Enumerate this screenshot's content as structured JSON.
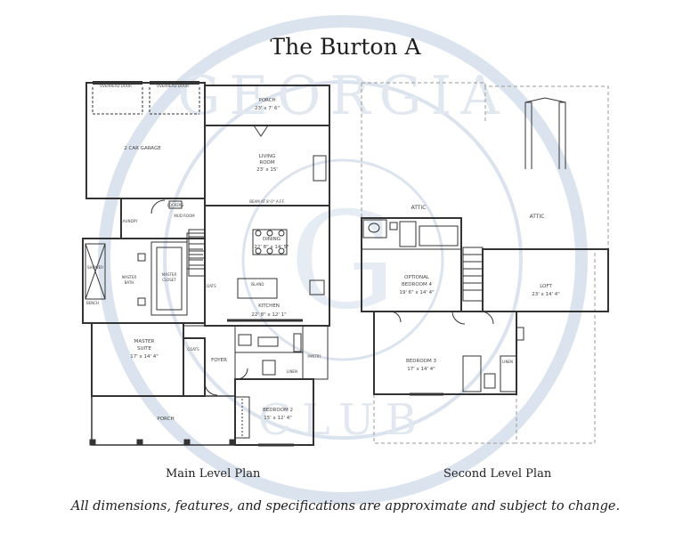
{
  "title": "The Burton A",
  "captions": {
    "main": "Main Level Plan",
    "second": "Second Level Plan"
  },
  "disclaimer": "All dimensions, features, and specifications are approximate and subject to change.",
  "watermark": {
    "top_text": "GEORGIA",
    "bottom_text": "CLUB",
    "monogram": "G"
  },
  "main_level": {
    "overhead_door_1": "OVERHEAD DOOR",
    "overhead_door_2": "OVERHEAD DOOR",
    "garage": "2 CAR GARAGE",
    "porch_back": {
      "name": "PORCH",
      "dim": "23' x 7' 6\""
    },
    "living": {
      "name": "LIVING",
      "name2": "ROOM",
      "dim": "23' x 15'"
    },
    "beam": "BEAM AT 8'-0\" A.F.F.",
    "lockers": "LOCKERS",
    "laundry": "LAUNDRY",
    "mud_room": "MUD ROOM",
    "dining": {
      "name": "DINING",
      "dim": "22' 8\" x 14' 5\""
    },
    "master_bath": {
      "name": "MASTER",
      "name2": "BATH"
    },
    "master_closet": {
      "name": "MASTER",
      "name2": "CLOSET"
    },
    "shower": "SHOWER",
    "bench": "BENCH",
    "coats_1": "COATS",
    "island": "ISLAND",
    "kitchen": {
      "name": "KITCHEN",
      "dim": "22' 8\" x 12' 1\""
    },
    "master_suite": {
      "name": "MASTER",
      "name2": "SUITE",
      "dim": "17' x 14' 4\""
    },
    "coats_2": "COATS",
    "foyer": "FOYER",
    "pantry": "PANTRY",
    "linen": "LINEN",
    "porch_front": "PORCH",
    "bedroom2": {
      "name": "BEDROOM 2",
      "dim": "15' x 12' 4\""
    }
  },
  "second_level": {
    "attic_1": "ATTIC",
    "attic_2": "ATTIC",
    "bedroom4": {
      "name": "OPTIONAL",
      "name2": "BEDROOM 4",
      "dim": "19' 6\" x 14' 4\""
    },
    "loft": {
      "name": "LOFT",
      "dim": "23' x 14' 4\""
    },
    "bedroom3": {
      "name": "BEDROOM 3",
      "dim": "17' x 14' 4\""
    },
    "linen": "LINEN"
  },
  "colors": {
    "line": "#333333",
    "dashed": "#9a9a9a",
    "watermark": "#dbe4ee"
  }
}
